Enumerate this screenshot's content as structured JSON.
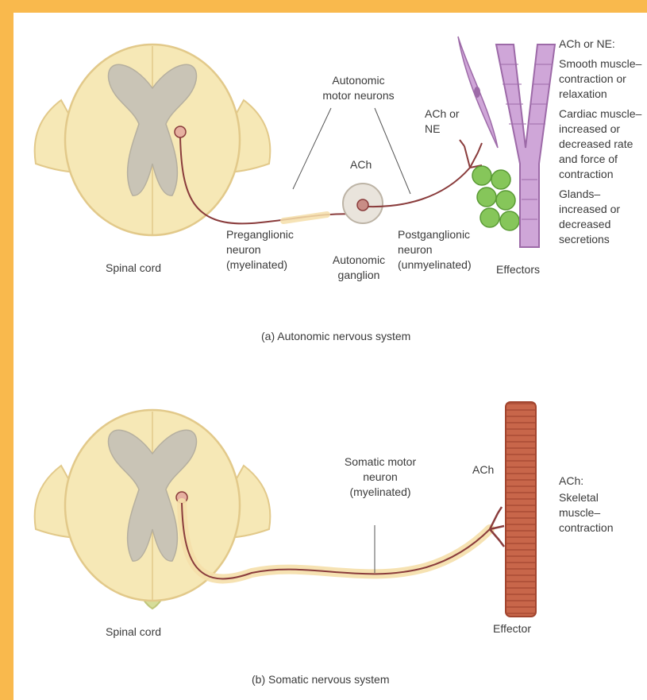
{
  "autonomic": {
    "motor_neurons_label": "Autonomic motor neurons",
    "spinal_cord": "Spinal cord",
    "preganglionic": "Preganglionic neuron (myelinated)",
    "ach_ganglion": "ACh",
    "ganglion": "Autonomic ganglion",
    "postganglionic": "Postganglionic neuron (unmyelinated)",
    "ach_or_ne": "ACh or NE",
    "effectors": "Effectors",
    "caption": "(a) Autonomic nervous system",
    "effects": {
      "header": "ACh or NE:",
      "smooth": "Smooth muscle– contraction or relaxation",
      "cardiac": "Cardiac muscle– increased or decreased rate and force of contraction",
      "glands": "Glands– increased or decreased secretions"
    }
  },
  "somatic": {
    "spinal_cord": "Spinal cord",
    "motor_neuron": "Somatic motor neuron (myelinated)",
    "ach": "ACh",
    "effector": "Effector",
    "caption": "(b) Somatic nervous system",
    "effects": {
      "header": "ACh:",
      "skeletal": "Skeletal muscle– contraction"
    }
  },
  "colors": {
    "page_border": "#f9b94d",
    "background": "#ffffff",
    "spinal_white_matter": "#f6e8b6",
    "spinal_gray_matter": "#c9c4b6",
    "neuron": "#8a3c3c",
    "myelin": "#f5dfaa",
    "smooth_muscle": "#cfa6d8",
    "gland": "#86c65a",
    "skeletal_muscle": "#c8664a"
  }
}
